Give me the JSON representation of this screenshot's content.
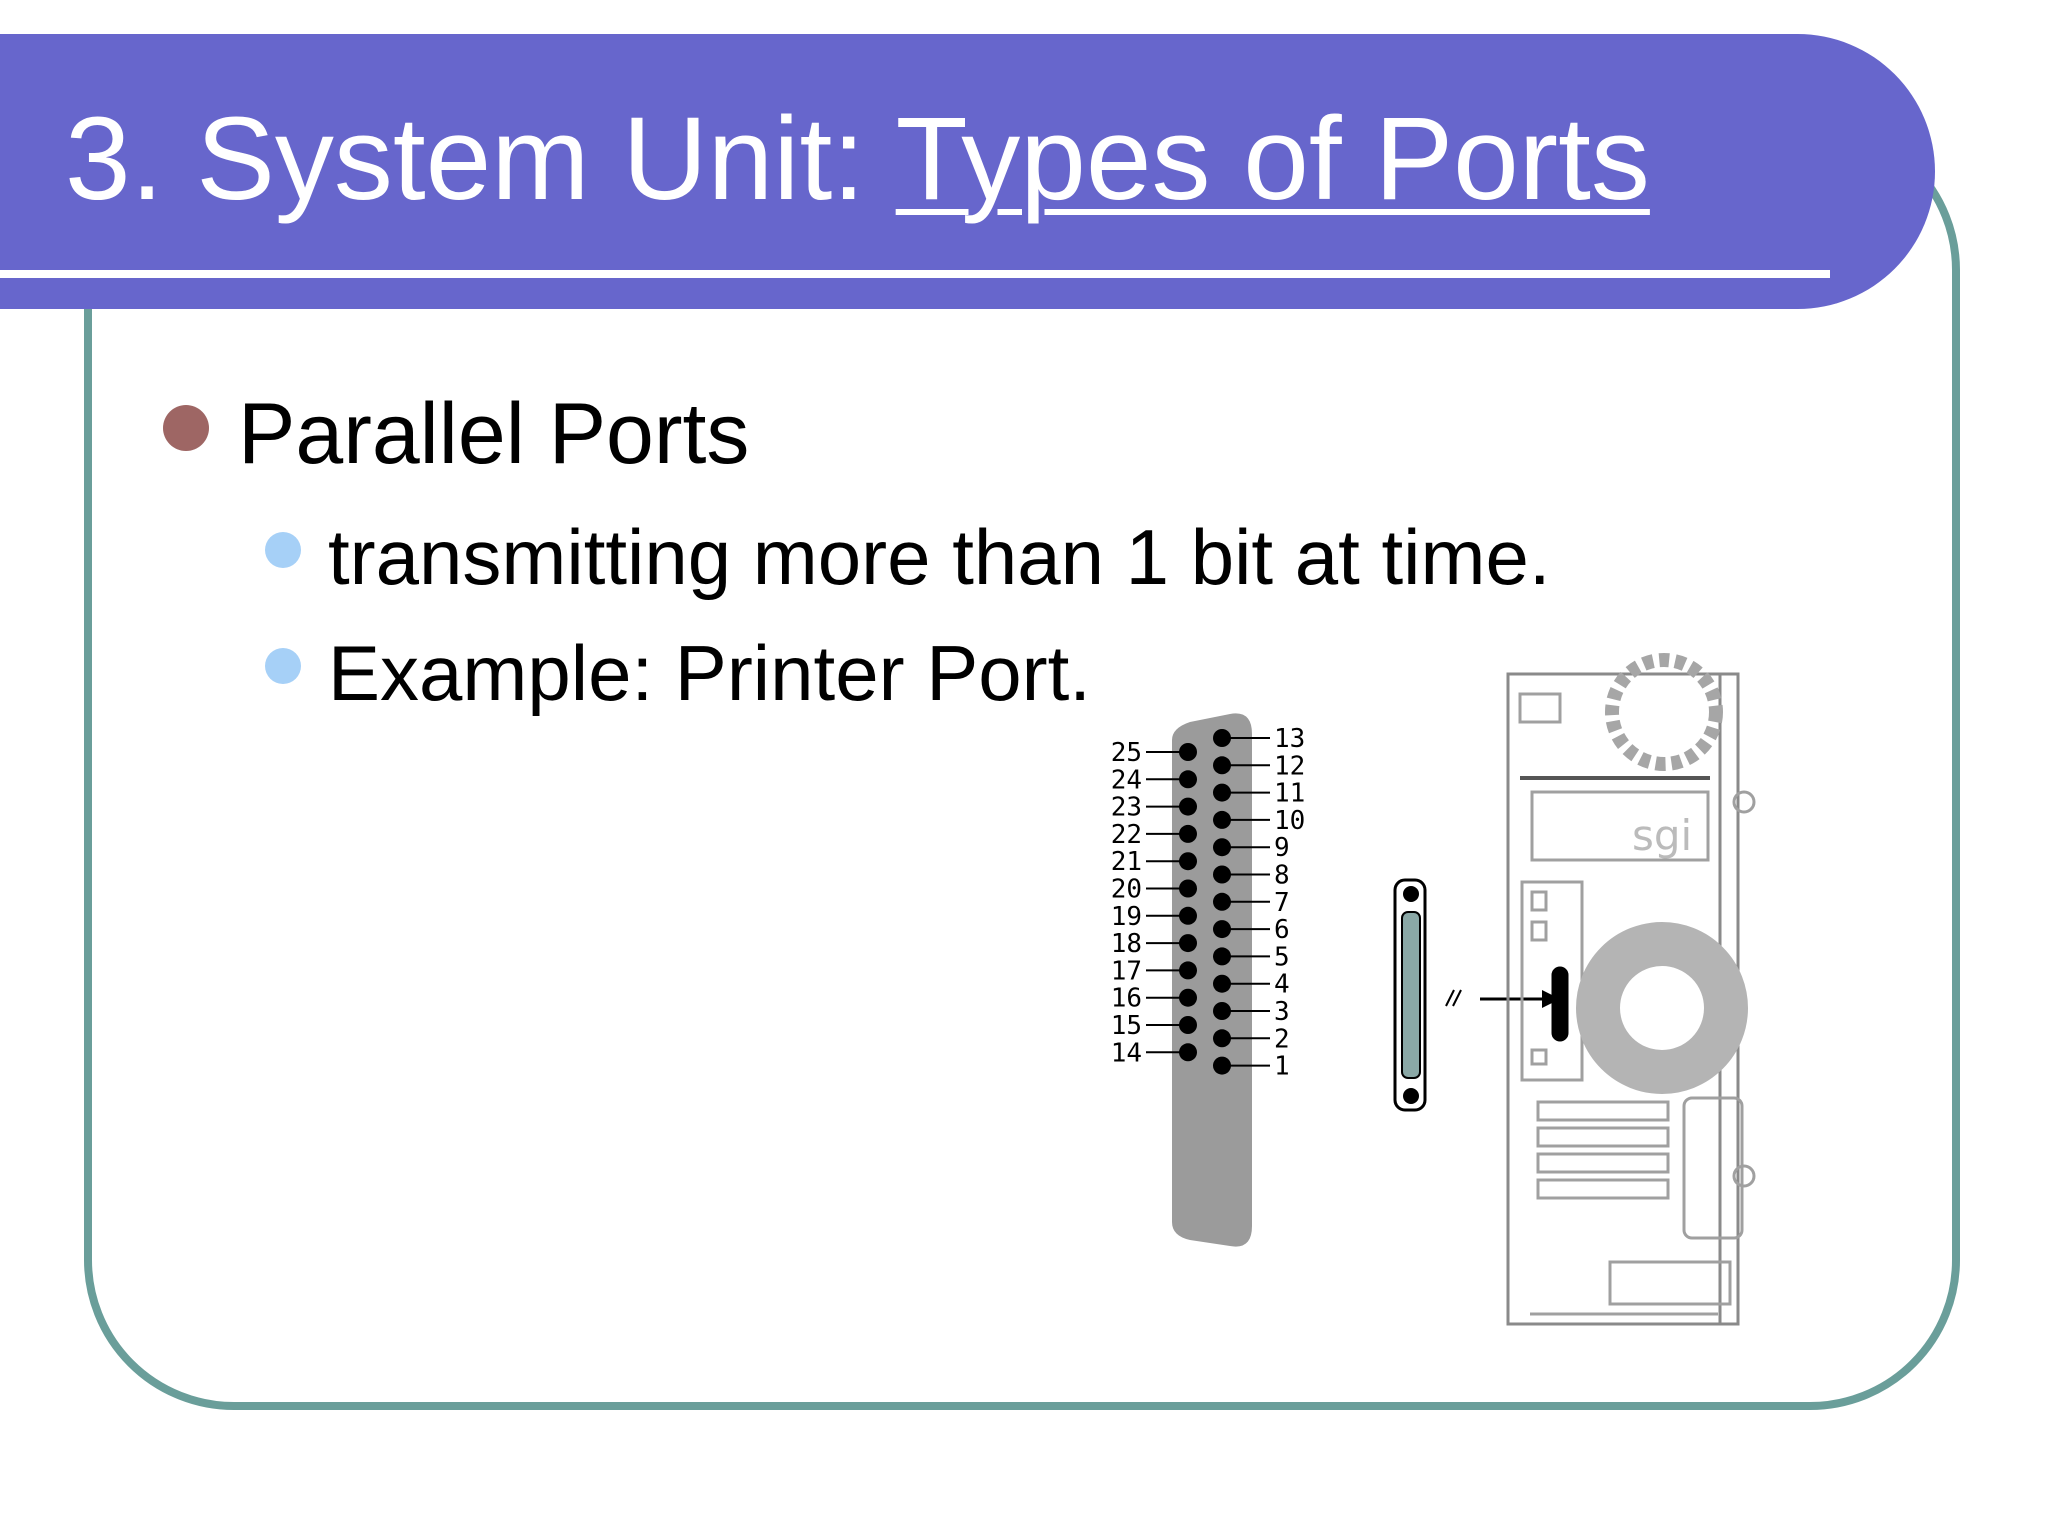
{
  "slide": {
    "title_prefix": "3. System Unit: ",
    "title_link": "Types of Ports",
    "bullets": [
      {
        "level": 1,
        "text": "Parallel Ports"
      },
      {
        "level": 2,
        "text": "transmitting more than 1 bit at time."
      },
      {
        "level": 2,
        "text": "Example: Printer Port."
      }
    ]
  },
  "diagram": {
    "pins_left": [
      "25",
      "24",
      "23",
      "22",
      "21",
      "20",
      "19",
      "18",
      "17",
      "16",
      "15",
      "14"
    ],
    "pins_right": [
      "13",
      "12",
      "11",
      "10",
      "9",
      "8",
      "7",
      "6",
      "5",
      "4",
      "3",
      "2",
      "1"
    ],
    "case_logo": "sgi"
  },
  "colors": {
    "banner": "#6766cc",
    "frame": "#6a9e9a",
    "bullet_level1": "#9e6664",
    "bullet_level2": "#a6d0f7"
  }
}
